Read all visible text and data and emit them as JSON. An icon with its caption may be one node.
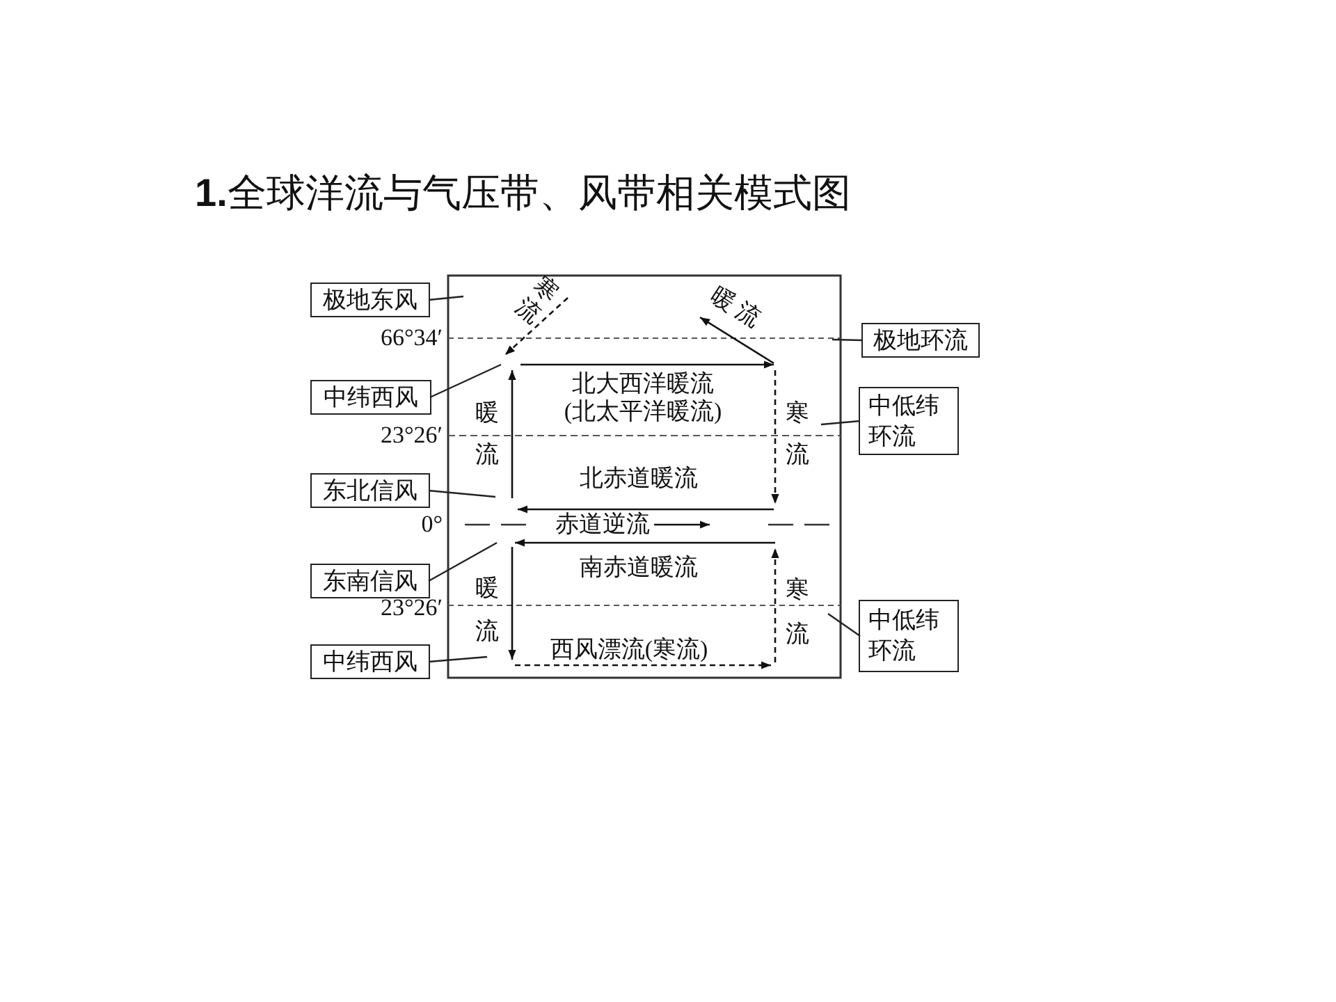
{
  "diagram": {
    "title": "**1.**全球洋流与气压带、风带相关模式图",
    "nodes": [
      {
        "text": [
          "极地东风"
        ]
      },
      {
        "text": [
          "极地环流"
        ]
      },
      {
        "text": [
          "中纬西风"
        ]
      },
      {
        "text": [
          "中低纬环流"
        ]
      },
      {
        "text": [
          "东北信风"
        ]
      },
      {
        "text": [
          "东南信风"
        ]
      },
      {
        "text": [
          "中低纬环流"
        ]
      },
      {
        "text": [
          "中纬西风"
        ]
      }
    ],
    "edges": [
      {
        "from": 0,
        "to": null,
        "arrow": "none"
      },
      {
        "from": 1,
        "to": null,
        "arrow": "none"
      },
      {
        "from": 2,
        "to": null,
        "arrow": "none"
      },
      {
        "from": 3,
        "to": null,
        "arrow": "none"
      },
      {
        "from": 4,
        "to": null,
        "arrow": "none"
      },
      {
        "from": 5,
        "to": null,
        "arrow": "none"
      },
      {
        "from": 6,
        "to": null,
        "arrow": "none"
      },
      {
        "from": 7,
        "to": null,
        "arrow": "none"
      }
    ],
    "labels": [
      "寒流",
      "暖流",
      "66°34′",
      "北大西洋暖流 (北太平洋暖流)",
      "暖",
      "寒",
      "23°26′",
      "流",
      "流",
      "北赤道暖流",
      "0°",
      "赤道逆流",
      "南赤道暖流",
      "暖",
      "寒",
      "23°26′",
      "流",
      "流",
      "西风漂流(寒流)"
    ]
  }
}
